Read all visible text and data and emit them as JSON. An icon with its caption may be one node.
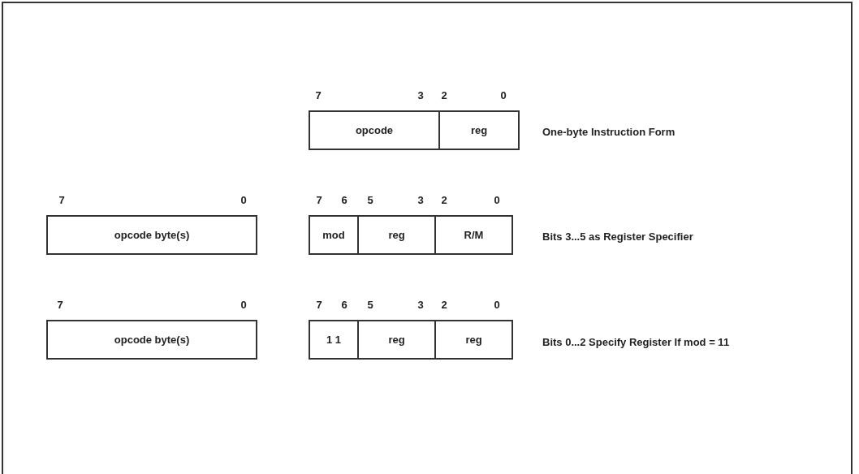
{
  "diagram": {
    "nodes": [
      {
        "text": [
          "opcode"
        ]
      },
      {
        "text": [
          "reg"
        ]
      },
      {
        "text": [
          "opcode byte(s)"
        ]
      },
      {
        "text": [
          "mod"
        ]
      },
      {
        "text": [
          "reg"
        ]
      },
      {
        "text": [
          "R/M"
        ]
      },
      {
        "text": [
          "opcode byte(s)"
        ]
      },
      {
        "text": [
          "1 1"
        ]
      },
      {
        "text": [
          "reg"
        ]
      },
      {
        "text": [
          "reg"
        ]
      }
    ],
    "labels": [
      "7",
      "3",
      "2",
      "0",
      "One-byte Instruction Form",
      "7",
      "0",
      "7",
      "6",
      "5",
      "3",
      "2",
      "0",
      "Bits 3...5 as Register Specifier",
      "7",
      "0",
      "7",
      "6",
      "5",
      "3",
      "2",
      "0",
      "Bits 0...2 Specify Register If mod = 11"
    ]
  }
}
